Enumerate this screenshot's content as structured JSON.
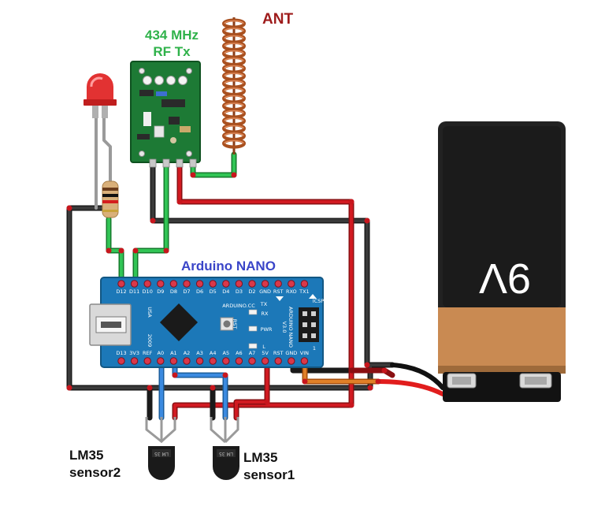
{
  "labels": {
    "antenna": "ANT",
    "rf_line1": "434 MHz",
    "rf_line2": "RF Tx",
    "arduino": "Arduino NANO",
    "sensor2_line1": "LM35",
    "sensor2_line2": "sensor2",
    "sensor1_line1": "LM35",
    "sensor1_line2": "sensor1",
    "battery": "9V"
  },
  "board_text": {
    "top_pins": [
      "D12",
      "D11",
      "D10",
      "D9",
      "D8",
      "D7",
      "D6",
      "D5",
      "D4",
      "D3",
      "D2",
      "GND",
      "RST",
      "RXO",
      "TX1"
    ],
    "bottom_pins": [
      "D13",
      "3V3",
      "REF",
      "A0",
      "A1",
      "A2",
      "A3",
      "A4",
      "A5",
      "A6",
      "A7",
      "5V",
      "RST",
      "GND",
      "VIN"
    ],
    "usa": "USA",
    "year": "2009",
    "arduino_cc": "ARDUINO.CC",
    "rst": "RST",
    "rx": "RX",
    "tx": "TX",
    "pwr": "PWR",
    "l": "L",
    "model": "ARDUINO NANO V3.0",
    "icsp": "ICSP",
    "icsp_1": "1"
  },
  "sensor_marking": "LM 35",
  "colors": {
    "wire_green": "#22b14c",
    "wire_red": "#c8161d",
    "wire_black": "#222222",
    "wire_blue": "#2f7fd3",
    "wire_orange": "#d9751c",
    "board_blue": "#1c78b8",
    "rf_green": "#1f7a33",
    "coil": "#b5562a"
  }
}
